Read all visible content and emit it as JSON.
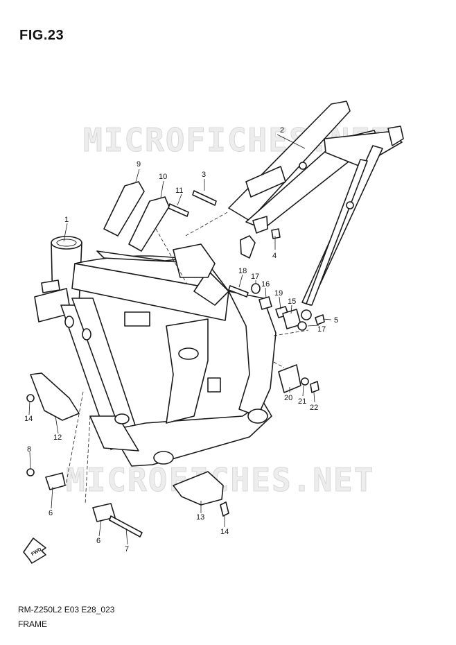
{
  "figure": {
    "title": "FIG.23",
    "code": "RM-Z250L2 E03 E28_023",
    "name": "FRAME",
    "watermark": "MICROFICHES.NET",
    "fwd_label": "FWD"
  },
  "callouts": [
    {
      "id": "c1",
      "label": "1"
    },
    {
      "id": "c2",
      "label": "2"
    },
    {
      "id": "c3",
      "label": "3"
    },
    {
      "id": "c4",
      "label": "4"
    },
    {
      "id": "c5",
      "label": "5"
    },
    {
      "id": "c6a",
      "label": "6"
    },
    {
      "id": "c6b",
      "label": "6"
    },
    {
      "id": "c7",
      "label": "7"
    },
    {
      "id": "c8",
      "label": "8"
    },
    {
      "id": "c9",
      "label": "9"
    },
    {
      "id": "c10",
      "label": "10"
    },
    {
      "id": "c11",
      "label": "11"
    },
    {
      "id": "c12",
      "label": "12"
    },
    {
      "id": "c13",
      "label": "13"
    },
    {
      "id": "c14a",
      "label": "14"
    },
    {
      "id": "c14b",
      "label": "14"
    },
    {
      "id": "c15",
      "label": "15"
    },
    {
      "id": "c16",
      "label": "16"
    },
    {
      "id": "c17a",
      "label": "17"
    },
    {
      "id": "c17b",
      "label": "17"
    },
    {
      "id": "c18",
      "label": "18"
    },
    {
      "id": "c19",
      "label": "19"
    },
    {
      "id": "c20",
      "label": "20"
    },
    {
      "id": "c21",
      "label": "21"
    },
    {
      "id": "c22",
      "label": "22"
    }
  ]
}
